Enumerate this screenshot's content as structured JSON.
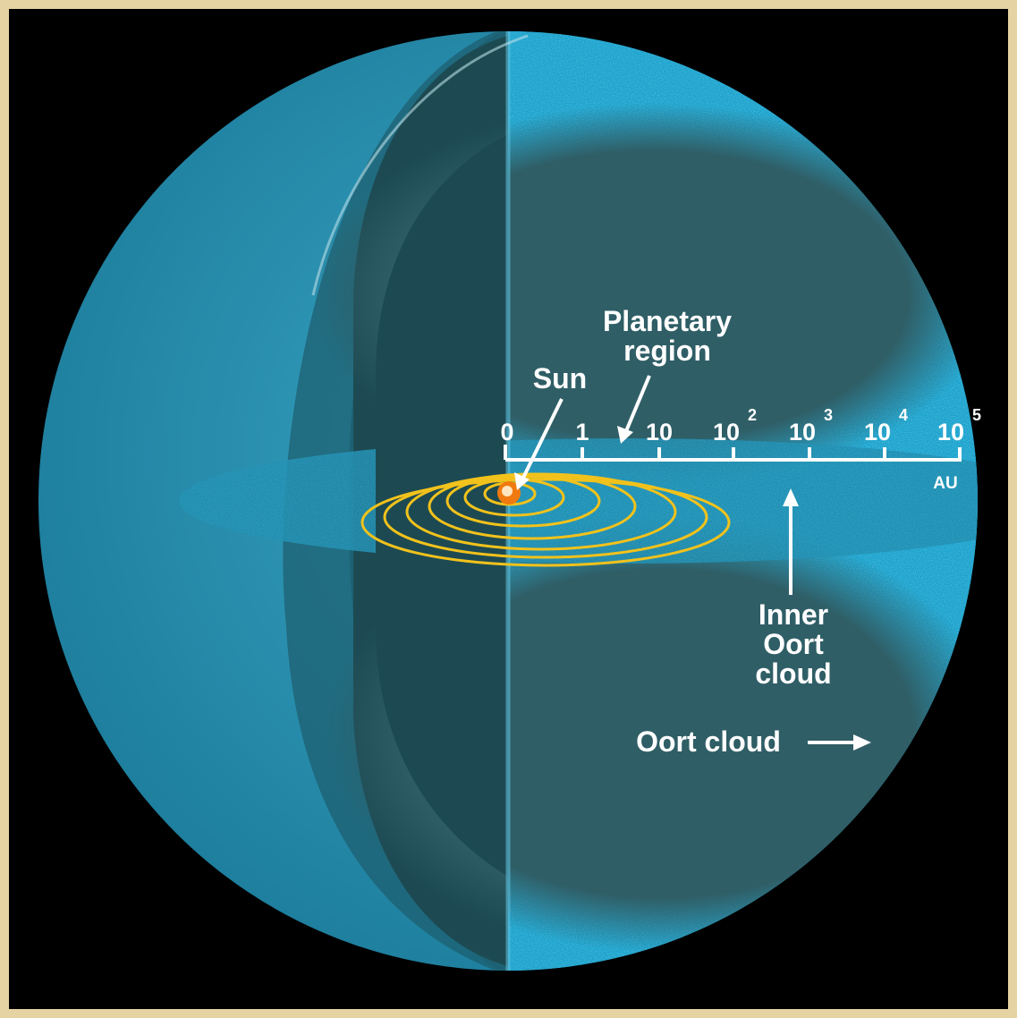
{
  "labels": {
    "planetary_line1": "Planetary",
    "planetary_line2": "region",
    "sun": "Sun",
    "inner_line1": "Inner",
    "inner_line2": "Oort",
    "inner_line3": "cloud",
    "oort_cloud": "Oort cloud",
    "unit": "AU"
  },
  "scale": {
    "ticks": [
      {
        "base": "0",
        "exp": ""
      },
      {
        "base": "1",
        "exp": ""
      },
      {
        "base": "10",
        "exp": ""
      },
      {
        "base": "10",
        "exp": "2"
      },
      {
        "base": "10",
        "exp": "3"
      },
      {
        "base": "10",
        "exp": "4"
      },
      {
        "base": "10",
        "exp": "5"
      }
    ]
  },
  "colors": {
    "frame": "#e5d3a3",
    "background": "#000000",
    "shell_outer": "#2a90b0",
    "cloud": "#1aa2cd",
    "interior": "#2e5a62",
    "interior_dark": "#1d4a52",
    "orbits": "#f2c21c",
    "sun": "#f07a10"
  }
}
